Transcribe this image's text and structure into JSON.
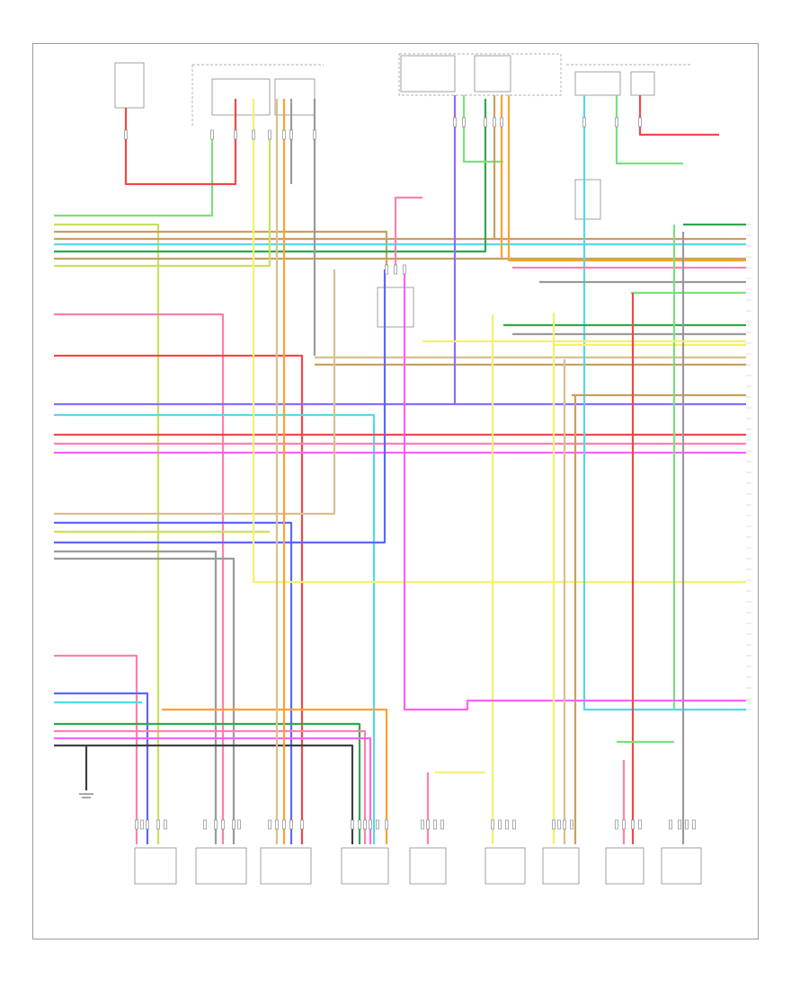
{
  "diagram": {
    "corner_code": "",
    "components": {
      "top_left_header": "",
      "top_module": "",
      "top_right_module": "",
      "top_far_right": "",
      "ground_label": ""
    },
    "bottom_components": [
      {
        "id": "c1",
        "label": ""
      },
      {
        "id": "c2",
        "label": ""
      },
      {
        "id": "c3",
        "label": ""
      },
      {
        "id": "c4",
        "label": ""
      },
      {
        "id": "c5",
        "label": ""
      },
      {
        "id": "c6",
        "label": ""
      },
      {
        "id": "c7",
        "label": ""
      },
      {
        "id": "c8",
        "label": ""
      },
      {
        "id": "c9",
        "label": ""
      }
    ],
    "wire_colors": {
      "lt_grn": "#7CE07C",
      "brn": "#C8A060",
      "lt_blu": "#55D8E8",
      "grn": "#2FA84F",
      "yel_grn": "#C8E060",
      "pnk": "#FF7FB0",
      "red": "#F04848",
      "vio": "#8A6CFF",
      "blu": "#5A66FF",
      "org": "#FFA030",
      "yel": "#F4F070",
      "wht": "#D0D0D0",
      "gry": "#9A9A9A",
      "blk": "#404040",
      "tan": "#D8C090",
      "magenta": "#FF60FF"
    }
  }
}
